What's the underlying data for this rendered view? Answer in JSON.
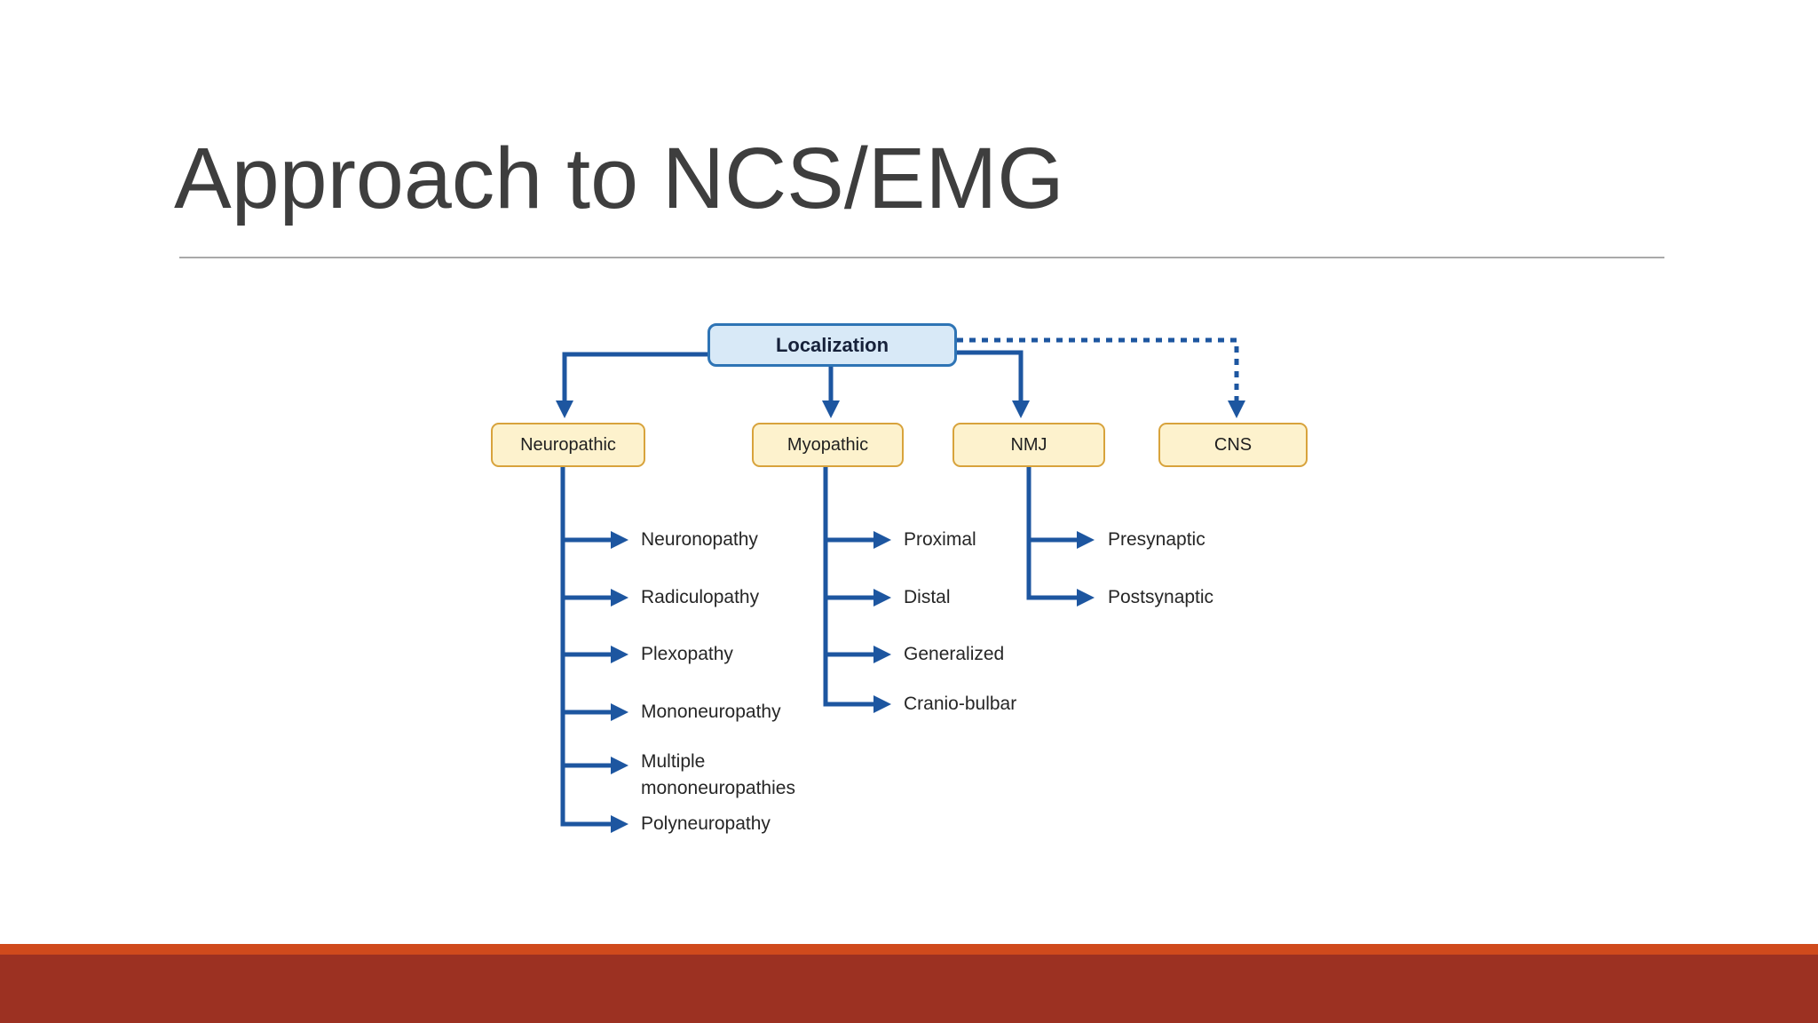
{
  "slide": {
    "title": "Approach to NCS/EMG"
  },
  "diagram": {
    "root": {
      "label": "Localization"
    },
    "branches": [
      {
        "label": "Neuropathic",
        "connector": "solid",
        "children": [
          "Neuronopathy",
          "Radiculopathy",
          "Plexopathy",
          "Mononeuropathy",
          "Multiple mononeuropathies",
          "Polyneuropathy"
        ]
      },
      {
        "label": "Myopathic",
        "connector": "solid",
        "children": [
          "Proximal",
          "Distal",
          "Generalized",
          "Cranio-bulbar"
        ]
      },
      {
        "label": "NMJ",
        "connector": "solid",
        "children": [
          "Presynaptic",
          "Postsynaptic"
        ]
      },
      {
        "label": "CNS",
        "connector": "dotted",
        "children": []
      }
    ],
    "colors": {
      "connector": "#1d56a0",
      "root_fill": "#d8e9f7",
      "root_border": "#2e74b5",
      "category_fill": "#fdf2cd",
      "category_border": "#d8a33c",
      "leaf_text": "#262626"
    }
  },
  "title_style": {
    "text_color": "#3e3e3e",
    "divider_color": "#a9a9a9"
  },
  "footer": {
    "accent_stripe_color": "#d04a1c",
    "bar_color": "#9c3122"
  }
}
